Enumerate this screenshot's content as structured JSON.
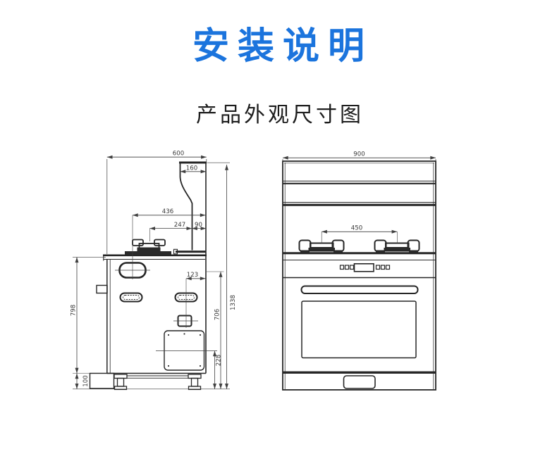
{
  "header": {
    "title": "安装说明",
    "subtitle": "产品外观尺寸图",
    "title_color": "#1b74dd",
    "text_color": "#1d1d1d"
  },
  "side_view": {
    "label": "integrated-stove-side-view",
    "dims": {
      "d600": "600",
      "d160": "160",
      "d436": "436",
      "d247": "247",
      "d90": "90",
      "d123": "123",
      "d798": "798",
      "d100": "100",
      "d706": "706",
      "d1338": "1338",
      "d228": "228"
    }
  },
  "front_view": {
    "label": "integrated-stove-front-view",
    "dims": {
      "d900": "900",
      "d450": "450"
    }
  },
  "colors": {
    "line": "#262626",
    "dim_line": "#3f3f3f",
    "dark_fill": "#2a2a2a"
  }
}
